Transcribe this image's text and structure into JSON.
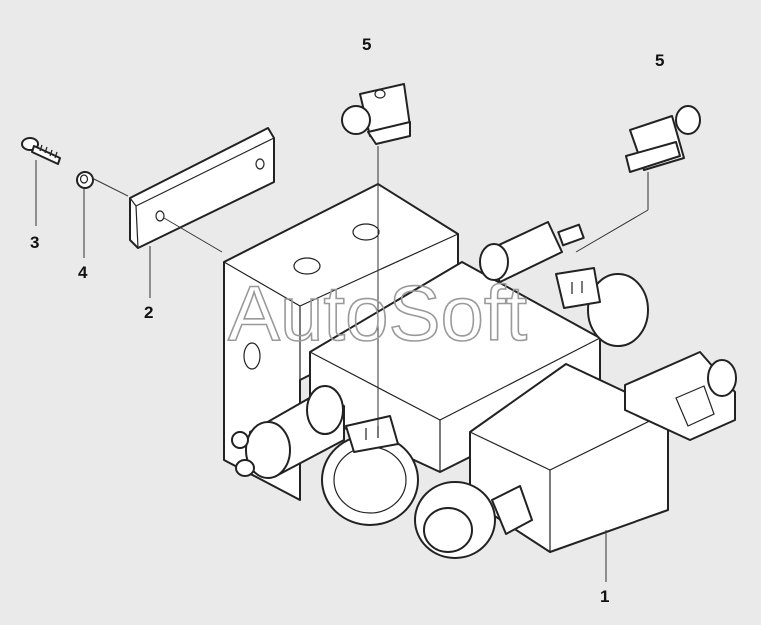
{
  "watermark": "AutoSoft",
  "callouts": [
    {
      "id": "c1",
      "label": "1"
    },
    {
      "id": "c2",
      "label": "2"
    },
    {
      "id": "c3",
      "label": "3"
    },
    {
      "id": "c4",
      "label": "4"
    },
    {
      "id": "c5a",
      "label": "5"
    },
    {
      "id": "c5b",
      "label": "5"
    }
  ],
  "colors": {
    "background": "#eaeaea",
    "line": "#222222",
    "fill": "#ffffff",
    "watermark": "#9a9a9a"
  }
}
